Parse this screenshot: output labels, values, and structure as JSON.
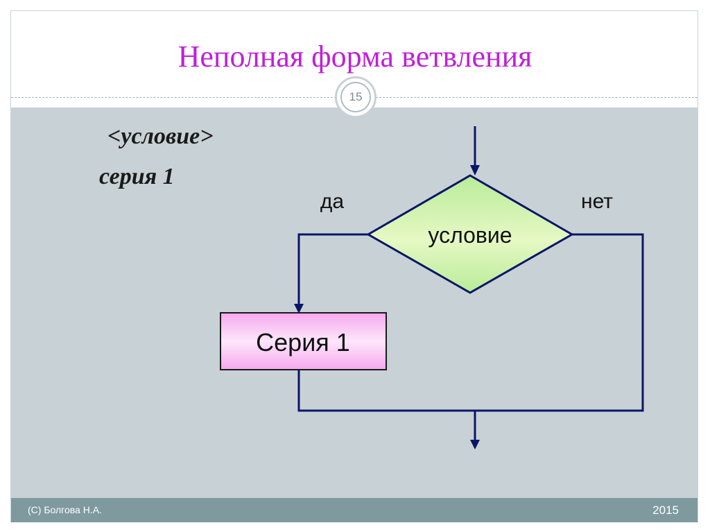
{
  "slide": {
    "title": "Неполная форма ветвления",
    "page_number": "15"
  },
  "code": {
    "condition_line": "<условие>",
    "series_line": "серия 1"
  },
  "flowchart": {
    "yes_label": "да",
    "no_label": "нет",
    "decision_label": "условие",
    "process_label": "Серия 1"
  },
  "footer": {
    "author": "(C) Болгова Н.А.",
    "year": "2015"
  },
  "colors": {
    "title": "#c020d8",
    "content_background": "#c8d1d5",
    "footer_background": "#7e9a9e",
    "connector": "#0b1566",
    "decision_fill": "#c8f0a8",
    "process_fill": "#f8b8f0"
  }
}
